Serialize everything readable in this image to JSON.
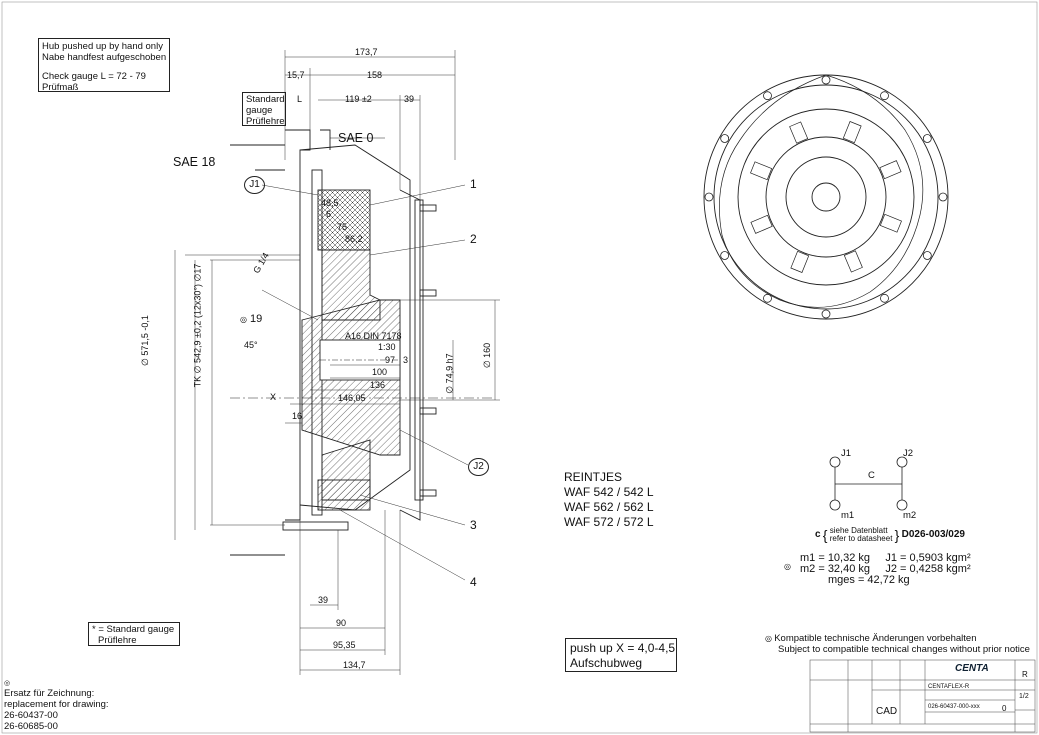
{
  "hub_note": {
    "line1": "Hub pushed up by hand only",
    "line2": "Nabe handfest aufgeschoben",
    "line3": "Check gauge L = 72 - 79",
    "line4": "Prüfmaß"
  },
  "labels": {
    "sae18": "SAE 18",
    "sae0": "SAE 0",
    "j1": "J1",
    "j2": "J2",
    "x": "X",
    "g14": "G 1/4",
    "a16": "A16 DIN 7178",
    "taper": "1:30",
    "angle": "45°",
    "item19": "19",
    "std_gauge_box": [
      "Standard",
      "gauge",
      "Prüflehre"
    ],
    "L": "L"
  },
  "dimensions": {
    "d173_7": "173,7",
    "d158": "158",
    "d15_7": "15,7",
    "d119": "119 ±2",
    "d39": "39",
    "d48_5": "48,5",
    "d6": "6",
    "d75": "75",
    "d86_2": "86,2",
    "d97": "97",
    "d3": "3",
    "d100": "100",
    "d136": "136",
    "d146": "146,05",
    "d16": "16",
    "d39b": "39",
    "d90": "90",
    "d95": "95,35",
    "d134": "134,7",
    "dia571": "∅ 571,5 -0,1",
    "dia542": "TK ∅ 542,9 ±0,2  (12x30°)  ∅17",
    "dia160": "∅ 160",
    "dia74": "∅ 74,9 h7"
  },
  "callouts": [
    "1",
    "2",
    "3",
    "4"
  ],
  "reintjes": {
    "title": "REINTJES",
    "lines": [
      "WAF 542 / 542 L",
      "WAF 562 / 562 L",
      "WAF 572 / 572 L"
    ]
  },
  "schematic": {
    "j1": "J1",
    "j2": "J2",
    "c": "C",
    "m1": "m1",
    "m2": "m2",
    "c_prefix": "c",
    "c_de": "siehe Datenblatt",
    "c_en": "refer to datasheet",
    "c_ref": "D026-003/029"
  },
  "masses": {
    "m1": "m1 = 10,32 kg",
    "j1": "J1 = 0,5903 kgm²",
    "m2": "m2 = 32,40 kg",
    "j2": "J2 = 0,4258 kgm²",
    "mges": "mges = 42,72 kg"
  },
  "std_gauge_note": {
    "line1": "* = Standard gauge",
    "line2": "Prüflehre"
  },
  "push_up": {
    "line1": "push up X = 4,0-4,5",
    "line2": "Aufschubweg"
  },
  "compat": {
    "de": "Kompatible technische Änderungen vorbehalten",
    "en": "Subject to compatible technical changes without prior notice"
  },
  "replacement": {
    "line1": "Ersatz für Zeichnung:",
    "line2": "replacement for drawing:",
    "line3": "26-60437-00",
    "line4": "26-60685-00"
  },
  "title_block": {
    "company": "CENTA",
    "product": "CENTAFLEX-R",
    "drawing_no": "026-60437-000-xxx",
    "cad": "CAD",
    "sheet": "1/2",
    "rev": "0",
    "r": "R"
  }
}
